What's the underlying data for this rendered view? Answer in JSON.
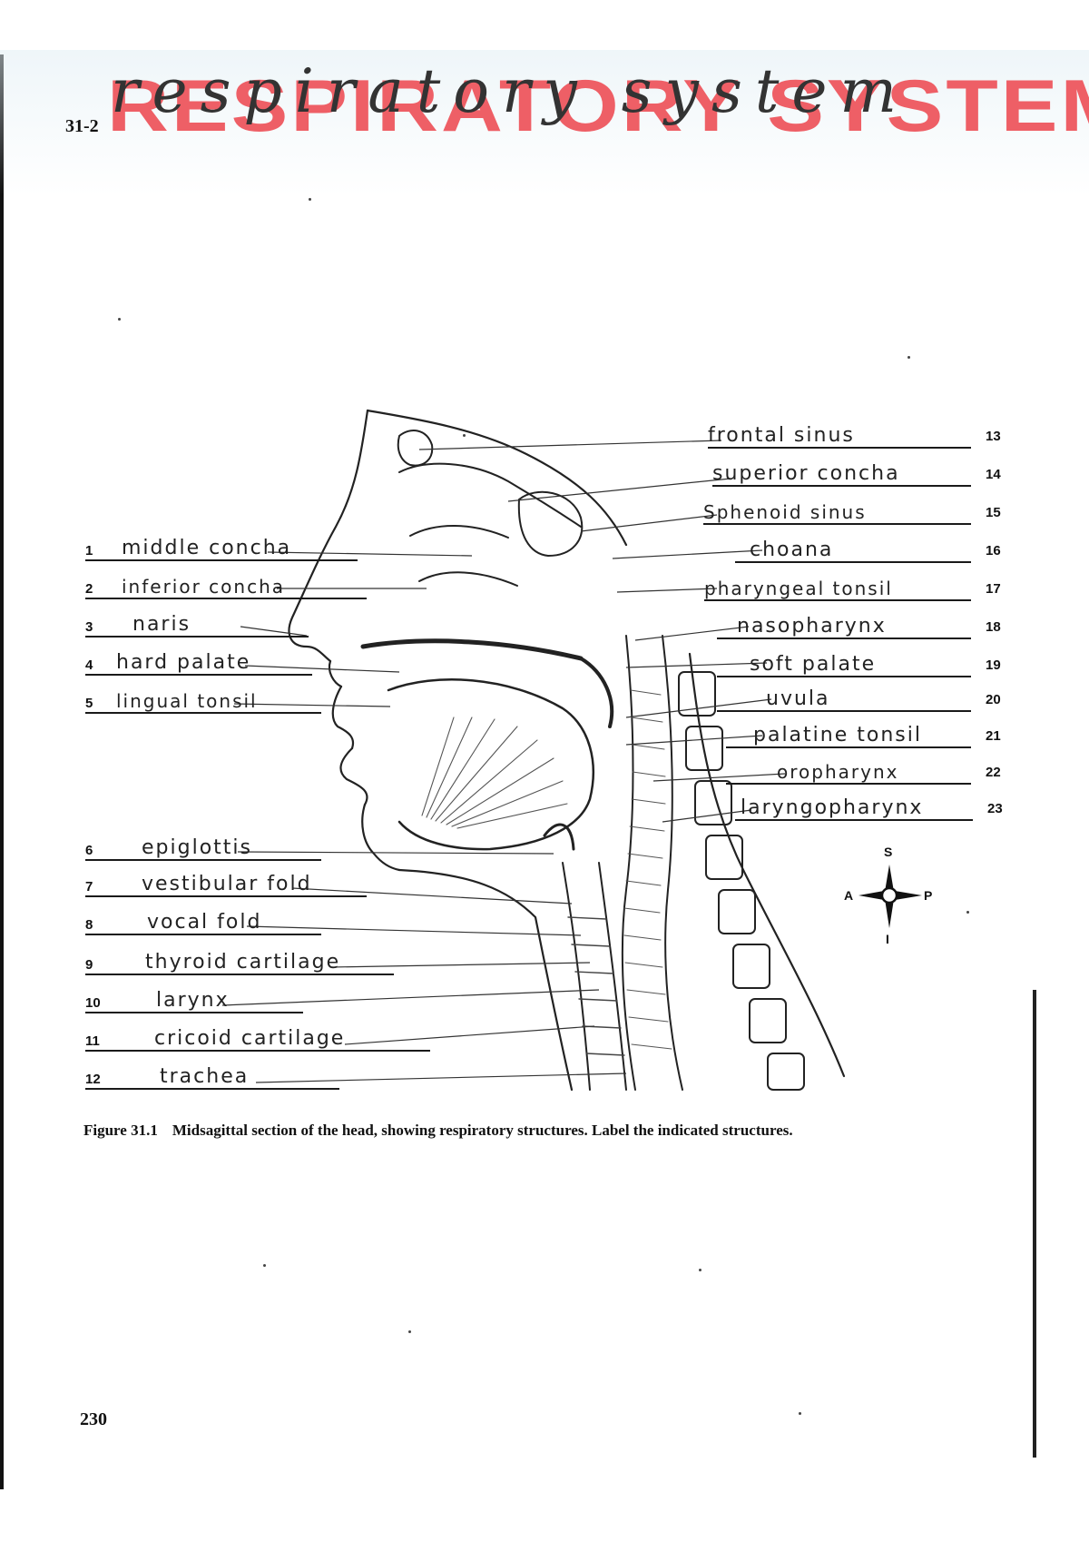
{
  "section_number": "31-2",
  "title_printed": "RESPIRATORY SYSTEM",
  "title_handwritten": "respiratory system",
  "left_labels": [
    {
      "num": "1",
      "answer": "middle concha"
    },
    {
      "num": "2",
      "answer": "inferior concha"
    },
    {
      "num": "3",
      "answer": "naris"
    },
    {
      "num": "4",
      "answer": "hard palate"
    },
    {
      "num": "5",
      "answer": "lingual tonsil"
    },
    {
      "num": "6",
      "answer": "epiglottis"
    },
    {
      "num": "7",
      "answer": "vestibular fold"
    },
    {
      "num": "8",
      "answer": "vocal fold"
    },
    {
      "num": "9",
      "answer": "thyroid cartilage"
    },
    {
      "num": "10",
      "answer": "larynx"
    },
    {
      "num": "11",
      "answer": "cricoid cartilage"
    },
    {
      "num": "12",
      "answer": "trachea"
    }
  ],
  "right_labels": [
    {
      "num": "13",
      "answer": "frontal sinus"
    },
    {
      "num": "14",
      "answer": "superior concha"
    },
    {
      "num": "15",
      "answer": "Sphenoid sinus"
    },
    {
      "num": "16",
      "answer": "choana"
    },
    {
      "num": "17",
      "answer": "pharyngeal tonsil"
    },
    {
      "num": "18",
      "answer": "nasopharynx"
    },
    {
      "num": "19",
      "answer": "soft palate"
    },
    {
      "num": "20",
      "answer": "uvula"
    },
    {
      "num": "21",
      "answer": "palatine tonsil"
    },
    {
      "num": "22",
      "answer": "oropharynx"
    },
    {
      "num": "23",
      "answer": "laryngopharynx"
    }
  ],
  "compass": {
    "top": "S",
    "left": "A",
    "right": "P",
    "bottom": "I"
  },
  "caption": {
    "figure": "Figure 31.1",
    "text": "Midsagittal section of the head, showing respiratory structures. Label the indicated structures."
  },
  "page_number": "230"
}
